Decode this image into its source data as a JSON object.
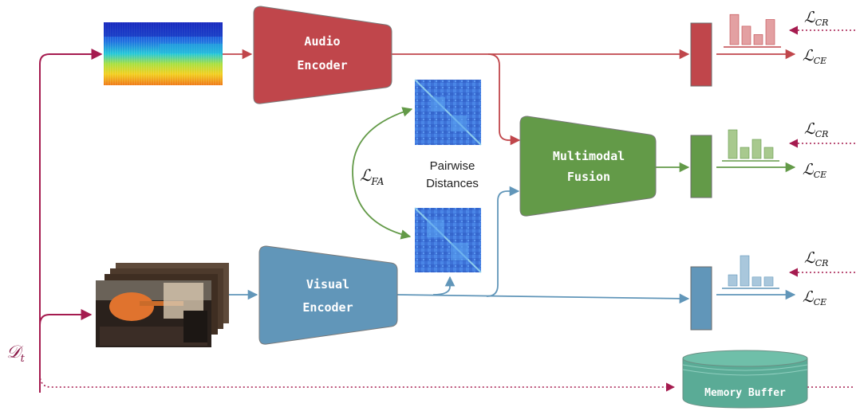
{
  "colors": {
    "audio": "#c0464b",
    "fusion": "#639a48",
    "visual": "#6196b9",
    "data_arrow": "#a51b4f",
    "memory": "#5aab96",
    "matrix": "#3d72d8"
  },
  "encoders": {
    "audio_line1": "Audio",
    "audio_line2": "Encoder",
    "visual_line1": "Visual",
    "visual_line2": "Encoder",
    "fusion_line1": "Multimodal",
    "fusion_line2": "Fusion"
  },
  "pairwise": {
    "line1": "Pairwise",
    "line2": "Distances"
  },
  "losses": {
    "fa_script": "ℒ",
    "fa_sub": "FA",
    "cr_script": "ℒ",
    "cr_sub": "CR",
    "ce_script": "ℒ",
    "ce_sub": "CE"
  },
  "dataset": {
    "script": "𝒟",
    "sub": "t"
  },
  "memory": {
    "label": "Memory Buffer"
  },
  "histograms": {
    "audio": [
      0.9,
      0.55,
      0.3,
      0.75
    ],
    "fusion": [
      0.9,
      0.35,
      0.6,
      0.35
    ],
    "visual": [
      0.35,
      0.95,
      0.28,
      0.28
    ]
  }
}
